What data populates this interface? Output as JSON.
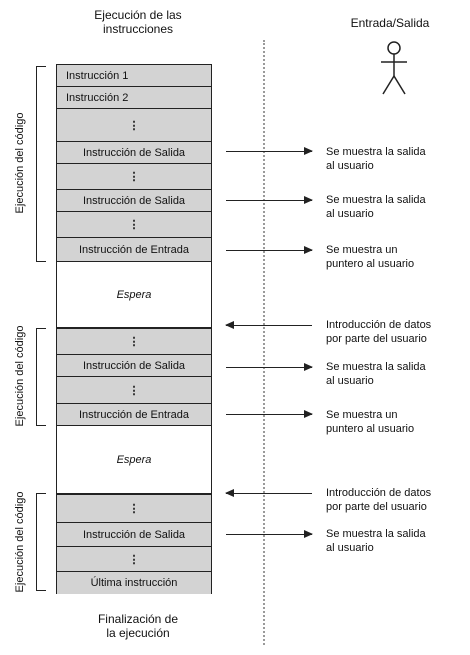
{
  "header": {
    "left_line1": "Ejecución de las",
    "left_line2": "instrucciones",
    "right": "Entrada/Salida"
  },
  "footer": {
    "line1": "Finalización de",
    "line2": "la ejecución"
  },
  "instructions": [
    "Instrucción 1",
    "Instrucción 2",
    "⋮",
    "Instrucción de Salida",
    "⋮",
    "Instrucción de Salida",
    "⋮",
    "Instrucción de Entrada",
    "Espera",
    "⋮",
    "Instrucción de Salida",
    "⋮",
    "Instrucción de Entrada",
    "Espera",
    "⋮",
    "Instrucción de Salida",
    "⋮",
    "Última instrucción"
  ],
  "brackets": [
    "Ejecución del código",
    "Ejecución del código",
    "Ejecución del código"
  ],
  "notes": [
    {
      "line1": "Se muestra la salida",
      "line2": "al usuario"
    },
    {
      "line1": "Se muestra la salida",
      "line2": "al usuario"
    },
    {
      "line1": "Se muestra un",
      "line2": "puntero al usuario"
    },
    {
      "line1": "Introducción de datos",
      "line2": "por parte del usuario"
    },
    {
      "line1": "Se muestra la salida",
      "line2": "al usuario"
    },
    {
      "line1": "Se muestra un",
      "line2": "puntero al usuario"
    },
    {
      "line1": "Introducción de datos",
      "line2": "por parte del usuario"
    },
    {
      "line1": "Se muestra la salida",
      "line2": "al usuario"
    }
  ]
}
